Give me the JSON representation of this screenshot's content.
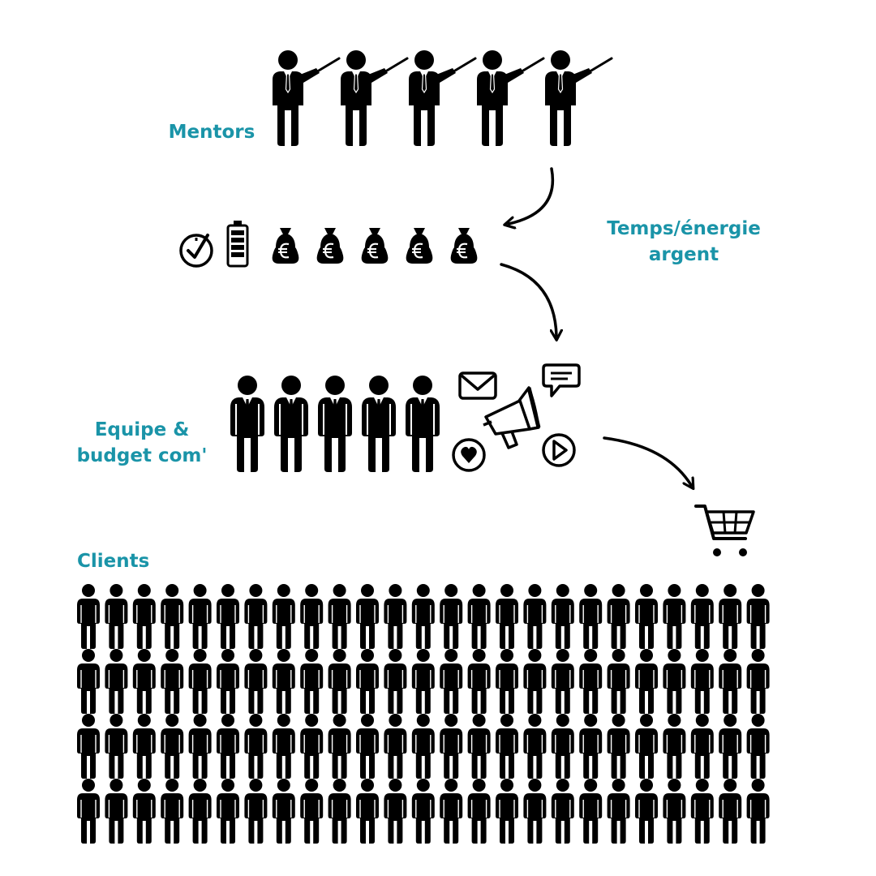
{
  "labels": {
    "mentors": "Mentors",
    "resources_line1": "Temps/énergie",
    "resources_line2": "argent",
    "team_line1": "Equipe &",
    "team_line2": "budget com'",
    "clients": "Clients"
  },
  "money_bag_symbol": "€",
  "counts": {
    "mentors": 5,
    "money_bags": 5,
    "team_members": 5,
    "clients": 100
  },
  "colors": {
    "accent": "#1a94a8",
    "ink": "#000000",
    "background": "#ffffff"
  },
  "icons": [
    "clock-check-icon",
    "battery-icon",
    "money-bag-icon",
    "mail-icon",
    "chat-bubble-icon",
    "megaphone-icon",
    "heart-icon",
    "play-icon",
    "shopping-cart-icon",
    "arrow-icon"
  ]
}
